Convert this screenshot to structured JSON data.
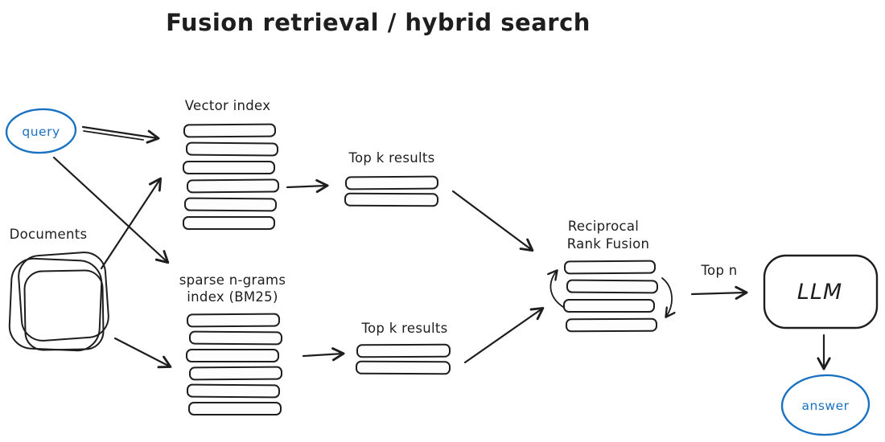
{
  "title": "Fusion retrieval / hybrid search",
  "colors": {
    "ink": "#1e1e1e",
    "accent_blue": "#1971c2",
    "background": "#ffffff"
  },
  "nodes": {
    "query": {
      "label": "query",
      "shape": "ellipse",
      "color": "#1971c2"
    },
    "documents": {
      "label": "Documents",
      "shape": "stacked-pages"
    },
    "vector_index": {
      "label": "Vector index",
      "shape": "bar-stack",
      "bar_count": 6
    },
    "sparse_index": {
      "label_line1": "sparse n-grams",
      "label_line2": "index (BM25)",
      "shape": "bar-stack",
      "bar_count": 6
    },
    "top_k_vector": {
      "label": "Top k results",
      "shape": "bar-stack",
      "bar_count": 2
    },
    "top_k_sparse": {
      "label": "Top k results",
      "shape": "bar-stack",
      "bar_count": 2
    },
    "rrf": {
      "label_line1": "Reciprocal",
      "label_line2": "Rank Fusion",
      "shape": "bar-stack",
      "bar_count": 4
    },
    "llm": {
      "label": "LLM",
      "shape": "rounded-rect"
    },
    "answer": {
      "label": "answer",
      "shape": "ellipse",
      "color": "#1971c2"
    }
  },
  "edges": [
    {
      "from": "query",
      "to": "vector_index",
      "label": ""
    },
    {
      "from": "query",
      "to": "sparse_index",
      "label": ""
    },
    {
      "from": "documents",
      "to": "vector_index",
      "label": ""
    },
    {
      "from": "documents",
      "to": "sparse_index",
      "label": ""
    },
    {
      "from": "vector_index",
      "to": "top_k_vector",
      "label": ""
    },
    {
      "from": "sparse_index",
      "to": "top_k_sparse",
      "label": ""
    },
    {
      "from": "top_k_vector",
      "to": "rrf",
      "label": ""
    },
    {
      "from": "top_k_sparse",
      "to": "rrf",
      "label": ""
    },
    {
      "from": "rrf",
      "to": "llm",
      "label": "Top n"
    },
    {
      "from": "llm",
      "to": "answer",
      "label": ""
    }
  ],
  "edge_labels": {
    "top_n": "Top n"
  }
}
